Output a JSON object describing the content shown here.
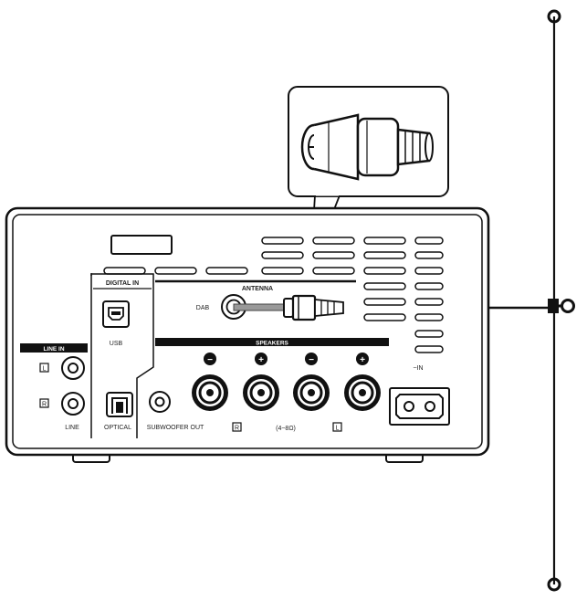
{
  "labels": {
    "digital_in": "DIGITAL IN",
    "usb": "USB",
    "optical": "OPTICAL",
    "line_in": "LINE IN",
    "line": "LINE",
    "channel_l": "L",
    "channel_r": "R",
    "antenna": "ANTENNA",
    "dab": "DAB",
    "speakers": "SPEAKERS",
    "impedance": "(4~8Ω)",
    "subwoofer_out": "SUBWOOFER OUT",
    "ac_in": "~IN",
    "minus": "−",
    "plus": "+"
  }
}
